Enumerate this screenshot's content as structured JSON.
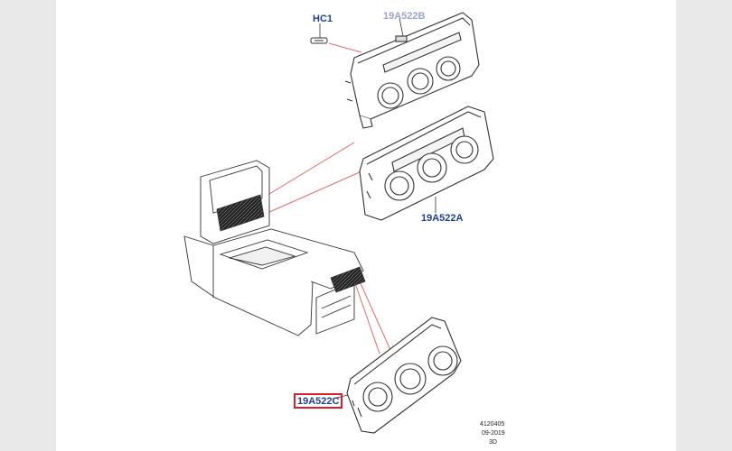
{
  "callouts": {
    "hc1": "HC1",
    "rear_panel_top": "19A522B",
    "front_panel": "19A522A",
    "rear_panel_lower": "19A522C"
  },
  "info_block": {
    "line1": "4120405",
    "line2": "09-2019",
    "line3": "3D"
  },
  "colors": {
    "background": "#e9e9e9",
    "sheet": "#ffffff",
    "line_art": "#333333",
    "leader_line": "#e06a6a",
    "callout_text": "#1f3f8f",
    "highlight_box": "#d61f26"
  }
}
